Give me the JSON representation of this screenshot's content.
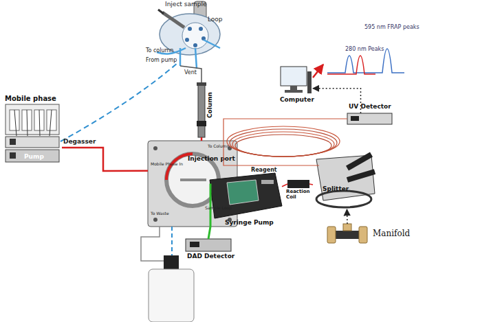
{
  "diagram": {
    "nodes": [
      {
        "text": [
          "Mobile phase",
          "Pump"
        ]
      },
      {
        "text": [
          "Column"
        ]
      },
      {
        "text": [
          "Injection port"
        ]
      },
      {
        "text": [
          "DAD Detector"
        ]
      },
      {
        "text": [
          "Syringe Pump"
        ]
      },
      {
        "text": [
          "Reaction Coil"
        ]
      },
      {
        "text": [
          "Splitter"
        ]
      },
      {
        "text": [
          "Manifold"
        ]
      },
      {
        "text": [
          "UV Detector"
        ]
      },
      {
        "text": [
          "Computer"
        ]
      },
      {
        "text": [
          "595 nm FRAP peaks",
          "280 nm Peaks"
        ]
      }
    ],
    "edges": [
      {
        "from": 0,
        "to": 2,
        "arrow": "none"
      },
      {
        "from": 2,
        "to": 1,
        "arrow": "none"
      },
      {
        "from": 2,
        "to": 3,
        "arrow": "none"
      },
      {
        "from": 7,
        "to": 6,
        "arrow": "to"
      },
      {
        "from": 8,
        "to": 9,
        "arrow": "to"
      },
      {
        "from": 9,
        "to": 10,
        "arrow": "to"
      },
      {
        "from": 6,
        "to": 8,
        "arrow": "none"
      },
      {
        "from": 4,
        "to": 5,
        "arrow": "none"
      },
      {
        "from": 5,
        "to": 6,
        "arrow": "none"
      }
    ],
    "labels": [
      "Inject sample",
      "Loop",
      "To column",
      "From pump",
      "Vent",
      "Degasser",
      "To Column",
      "Mobile Phase In",
      "To Waste",
      "Sample Loop",
      "Reagent"
    ]
  }
}
